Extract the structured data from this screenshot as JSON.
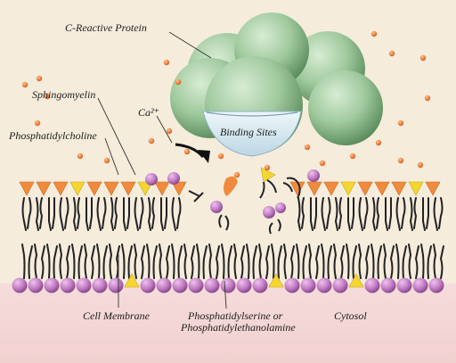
{
  "labels": {
    "crp": "C-Reactive Protein",
    "sphingomyelin": "Sphingomyelin",
    "calcium": "Ca²⁺",
    "phosphatidylcholine": "Phosphatidylcholine",
    "binding_sites": "Binding Sites",
    "cell_membrane": "Cell Membrane",
    "ps_line1": "Phosphatidylserine or",
    "ps_line2": "Phosphatidylethanolamine",
    "cytosol": "Cytosol"
  },
  "colors": {
    "background": "#f5ecdc",
    "cytosol": "#f4dada",
    "protein": "#9fc99d",
    "binding_site": "#d7e7ef",
    "head_orange": "#f08a3c",
    "head_yellow": "#f5d630",
    "head_purple": "#c37cc4",
    "calcium_ion": "#ea7a32",
    "lipid_tail": "#222222"
  }
}
